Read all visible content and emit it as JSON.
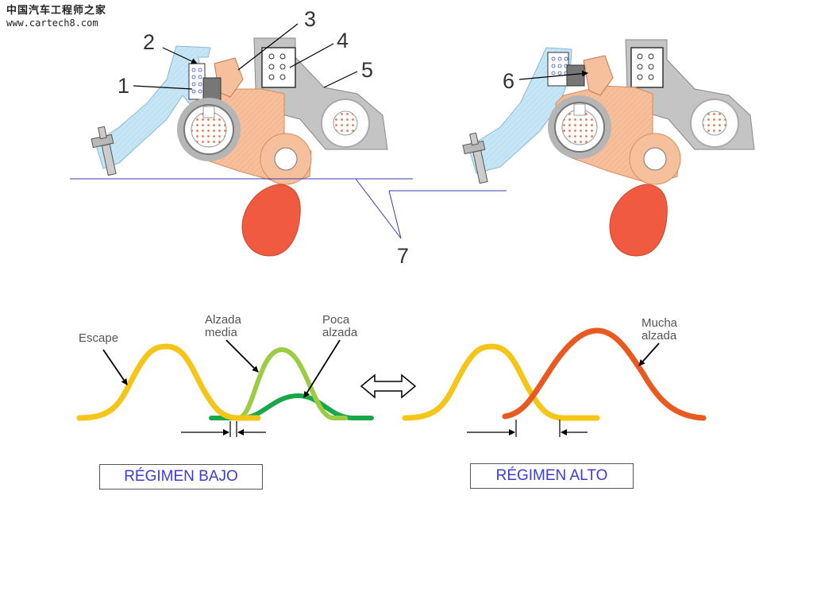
{
  "watermark": {
    "site_name": "中国汽车工程师之家",
    "url": "www.cartech8.com"
  },
  "callouts": {
    "n1": "1",
    "n2": "2",
    "n3": "3",
    "n4": "4",
    "n5": "5",
    "n6": "6",
    "n7": "7"
  },
  "curve_labels": {
    "escape": "Escape",
    "alzada_media": [
      "Alzada",
      "media"
    ],
    "poca_alzada": [
      "Poca",
      "alzada"
    ],
    "mucha_alzada": [
      "Mucha",
      "alzada"
    ]
  },
  "regimes": {
    "low": "RÉGIMEN BAJO",
    "high": "RÉGIMEN ALTO"
  },
  "colors": {
    "rocker_blue": "#c6e6f6",
    "arm_orange": "#f7c09d",
    "bracket_gray": "#c4c4c4",
    "cam_red": "#f05a40",
    "escape_yellow": "#f5c518",
    "medium_lift_green": "#9ccc44",
    "low_lift_green": "#1aa64a",
    "high_lift_orange": "#e85a20",
    "regime_text": "#3b3bd6"
  }
}
